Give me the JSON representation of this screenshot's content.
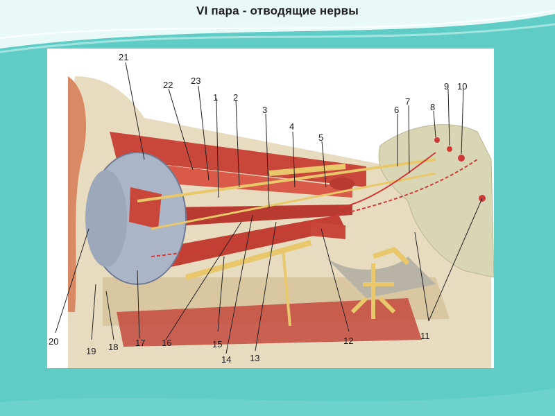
{
  "slide": {
    "title": "VI пара - отводящие нервы"
  },
  "labels": {
    "l1": "1",
    "l2": "2",
    "l3": "3",
    "l4": "4",
    "l5": "5",
    "l6": "6",
    "l7": "7",
    "l8": "8",
    "l9": "9",
    "l10": "10",
    "l11": "11",
    "l12": "12",
    "l13": "13",
    "l14": "14",
    "l15": "15",
    "l16": "16",
    "l17": "17",
    "l18": "18",
    "l19": "19",
    "l20": "20",
    "l21": "21",
    "l22": "22",
    "l23": "23"
  },
  "colors": {
    "background": "#5fcdc6",
    "muscle": "#c9463a",
    "bone": "#e8dcc0",
    "nerve": "#e8c86a",
    "brainstem": "#d8d6b4"
  }
}
